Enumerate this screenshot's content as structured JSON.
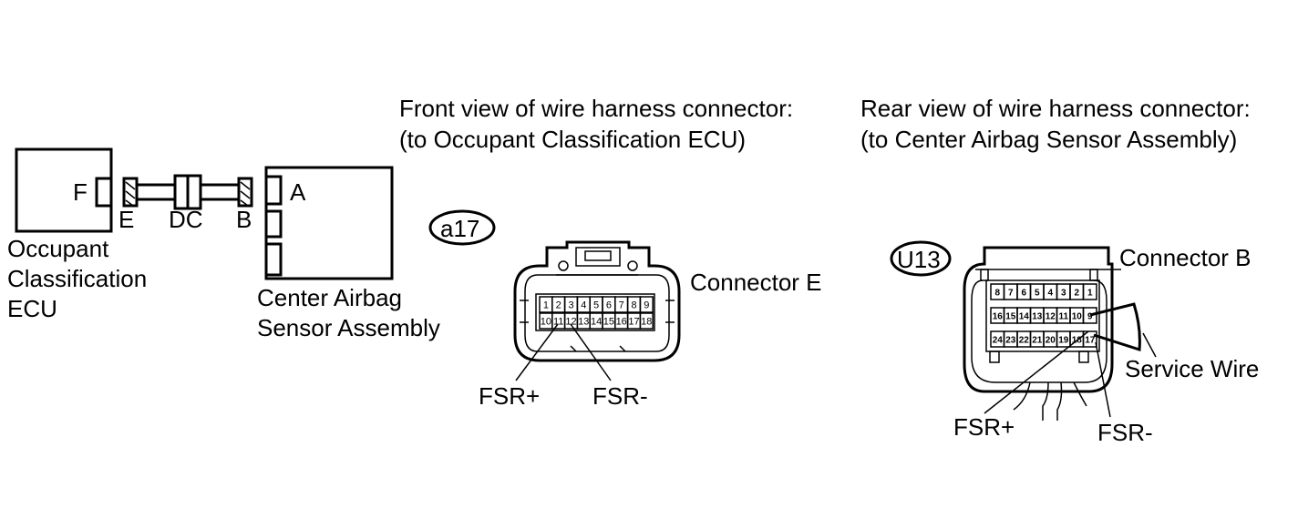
{
  "left_diagram": {
    "ecu_label_line1": "Occupant",
    "ecu_label_line2": "Classification",
    "ecu_label_line3": "ECU",
    "ecu_connector": "F",
    "harness_end_e": "E",
    "harness_mid": "DC",
    "harness_end_b": "B",
    "sensor_connector": "A",
    "sensor_label_line1": "Center Airbag",
    "sensor_label_line2": "Sensor Assembly"
  },
  "front_view": {
    "heading_line1": "Front view of wire harness connector:",
    "heading_line2": "(to Occupant Classification ECU)",
    "code": "a17",
    "connector_label": "Connector E",
    "pins_top": [
      "1",
      "2",
      "3",
      "4",
      "5",
      "6",
      "7",
      "8",
      "9"
    ],
    "pins_bottom": [
      "10",
      "11",
      "12",
      "13",
      "14",
      "15",
      "16",
      "17",
      "18"
    ],
    "fsr_plus": "FSR+",
    "fsr_minus": "FSR-"
  },
  "rear_view": {
    "heading_line1": "Rear view of wire harness connector:",
    "heading_line2": "(to Center Airbag Sensor Assembly)",
    "code": "U13",
    "connector_label": "Connector B",
    "row1": [
      "8",
      "7",
      "6",
      "5",
      "4",
      "3",
      "2",
      "1"
    ],
    "row2": [
      "16",
      "15",
      "14",
      "13",
      "12",
      "11",
      "10",
      "9"
    ],
    "row3": [
      "24",
      "23",
      "22",
      "21",
      "20",
      "19",
      "18",
      "17"
    ],
    "service_wire": "Service Wire",
    "fsr_plus": "FSR+",
    "fsr_minus": "FSR-"
  }
}
